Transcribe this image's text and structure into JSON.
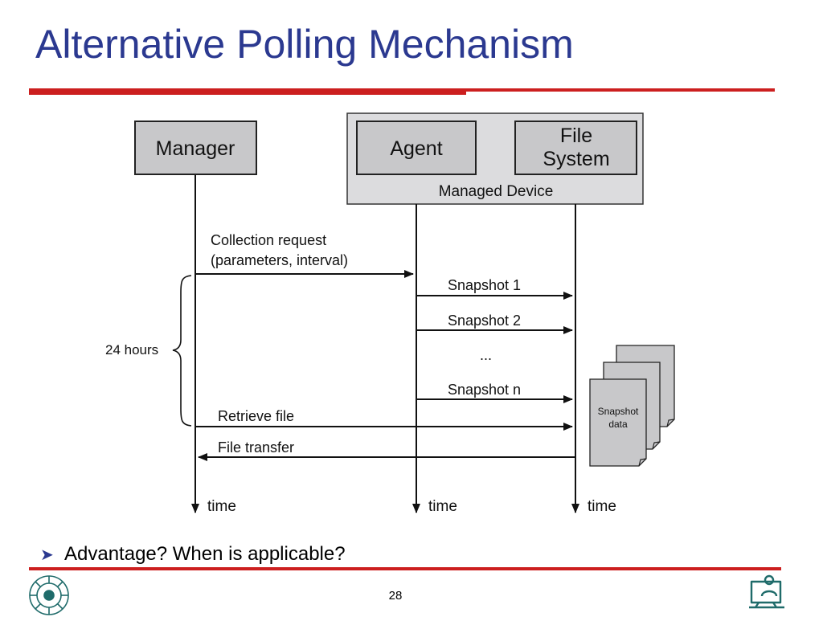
{
  "slide": {
    "title": "Alternative Polling Mechanism",
    "bullet": "Advantage? When is applicable?",
    "page_number": "28"
  },
  "colors": {
    "title": "#2b3990",
    "rule": "#cc1f1f",
    "box_fill": "#c8c8ca",
    "device_fill": "#dcdcde"
  },
  "diagram": {
    "manager_label": "Manager",
    "agent_label": "Agent",
    "filesystem_label_1": "File",
    "filesystem_label_2": "System",
    "managed_device_label": "Managed Device",
    "collection_request_1": "Collection request",
    "collection_request_2": "(parameters, interval)",
    "snapshot_1": "Snapshot 1",
    "snapshot_2": "Snapshot 2",
    "ellipsis": "...",
    "snapshot_n": "Snapshot n",
    "period_label": "24 hours",
    "retrieve_file": "Retrieve file",
    "file_transfer": "File transfer",
    "snapshot_data_1": "Snapshot",
    "snapshot_data_2": "data",
    "time_label": "time"
  },
  "icons": {
    "bullet": "arrowhead-bullet-icon",
    "left_logo": "university-emblem-icon",
    "right_logo": "computer-user-icon"
  }
}
